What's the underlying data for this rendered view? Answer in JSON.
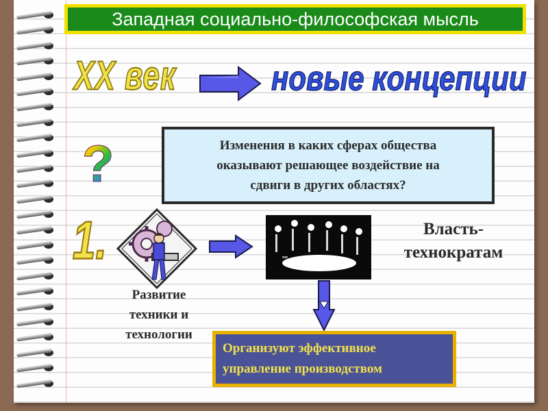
{
  "title": "Западная социально-философская мысль",
  "century_label": "XX век",
  "concepts_label": "новые концепции",
  "question_mark": "?",
  "question_text": "Изменения в каких сферах общества\nоказывают решающее воздействие на\nсдвиги в других областях?",
  "item_number": "1.",
  "development_label": "Развитие\nтехники и\nтехнологии",
  "power_label": "Власть-\nтехнократам",
  "result_text": "Организуют эффективное\nуправление производством",
  "colors": {
    "title_bg": "#1a8a1a",
    "title_border": "#f2e100",
    "question_bg": "#d7f0fb",
    "result_bg": "#4a5298",
    "result_text": "#f2e24a",
    "result_border": "#e8b000",
    "arrow_fill": "#5858e8",
    "wordart_yellow": "#f2e24a",
    "wordart_blue": "#2f4fd8"
  },
  "icons": [
    "spiral-binding-icon",
    "arrow-right-icon",
    "worker-gears-icon",
    "business-meeting-icon",
    "arrow-down-icon"
  ]
}
